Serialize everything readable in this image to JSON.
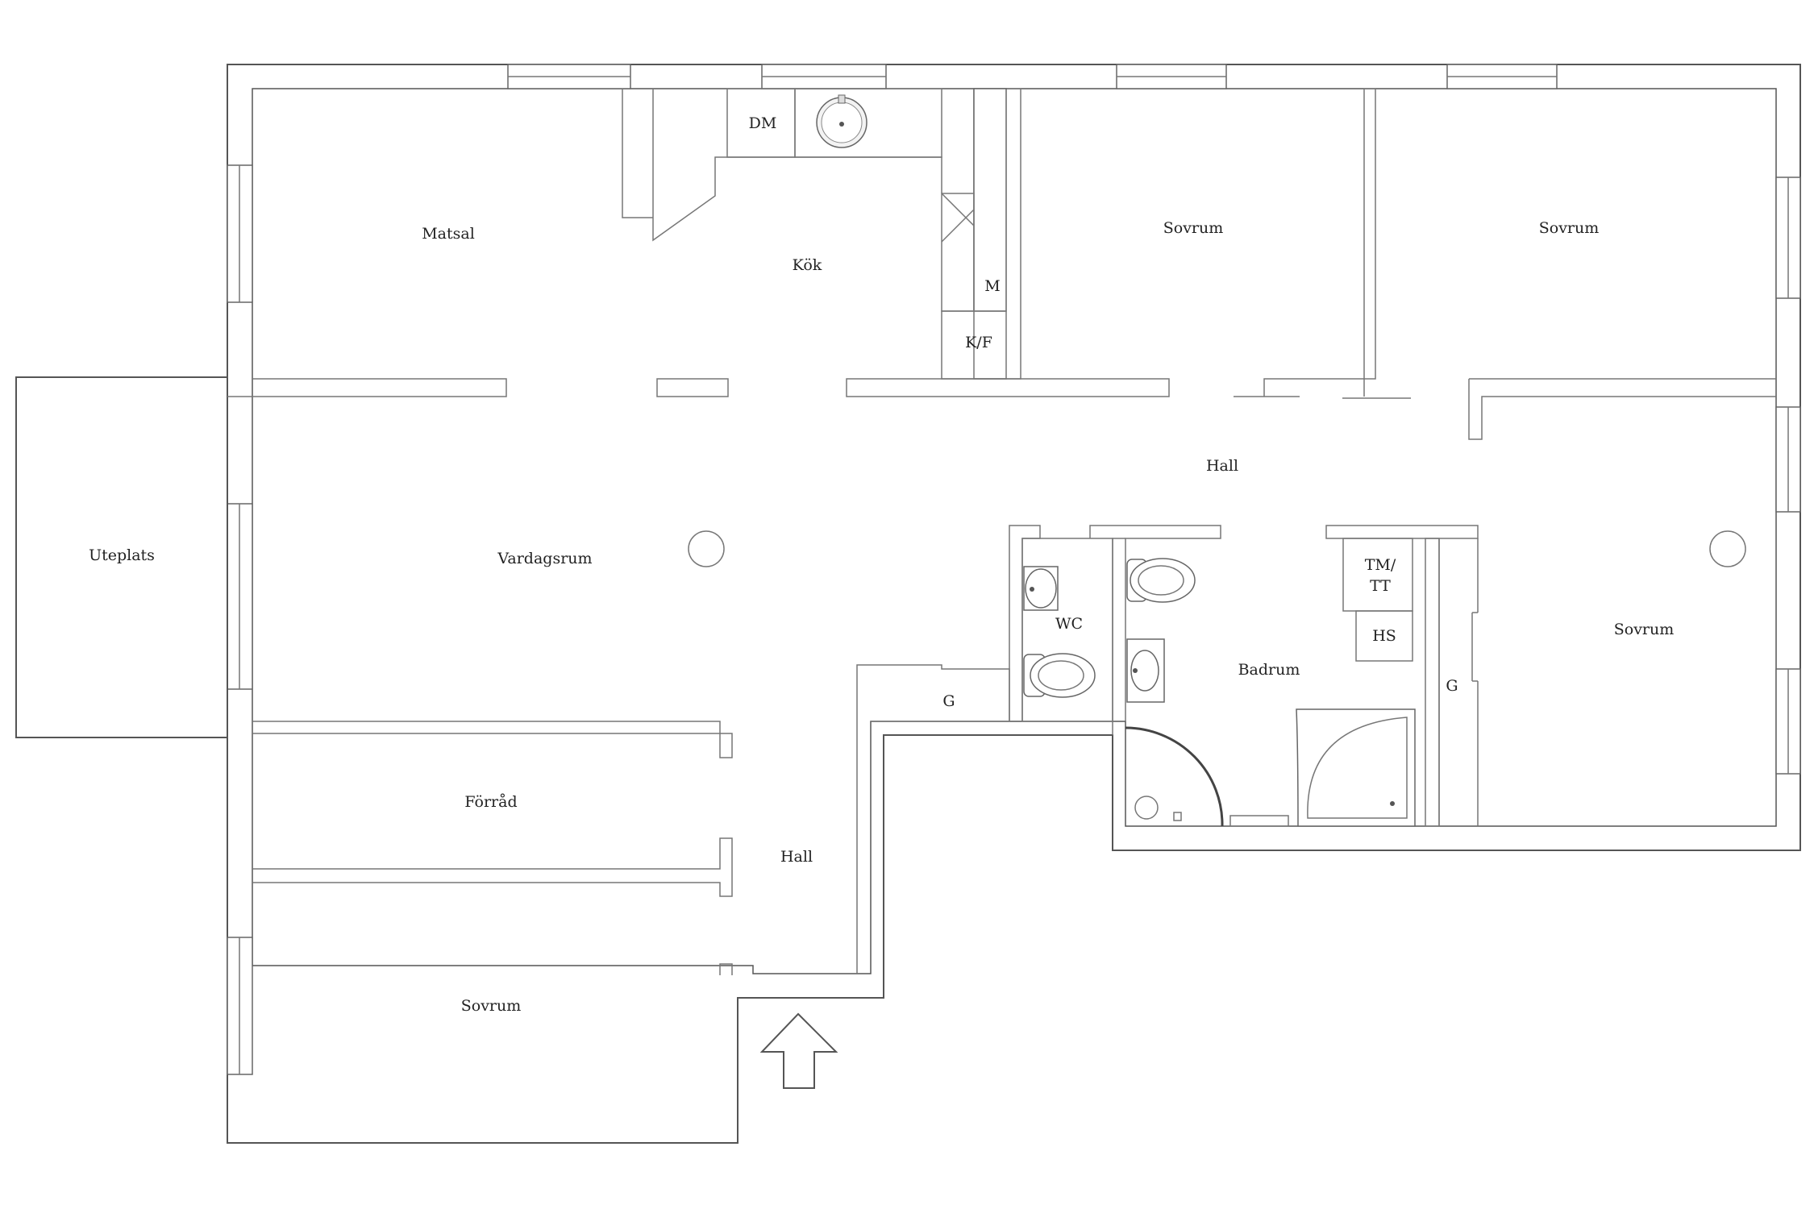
{
  "rooms": {
    "matsal": "Matsal",
    "kok": "Kök",
    "dm": "DM",
    "m": "M",
    "kf": "K/F",
    "sovrum1": "Sovrum",
    "sovrum2": "Sovrum",
    "hall_upper": "Hall",
    "uteplats": "Uteplats",
    "vardagsrum": "Vardagsrum",
    "wc": "WC",
    "badrum": "Badrum",
    "tmtt_line1": "TM/",
    "tmtt_line2": "TT",
    "hs": "HS",
    "g_left": "G",
    "g_right": "G",
    "sovrum3": "Sovrum",
    "forrad": "Förråd",
    "hall_lower": "Hall",
    "sovrum4": "Sovrum"
  },
  "colors": {
    "wall": "#555555",
    "text": "#222222",
    "background": "#ffffff"
  },
  "icons": {
    "entrance": "entrance-arrow-icon",
    "sink": "sink-icon",
    "toilet": "toilet-icon",
    "bathtub": "corner-bathtub-icon",
    "shower": "shower-icon",
    "ceiling_lamp": "ceiling-lamp-icon"
  }
}
